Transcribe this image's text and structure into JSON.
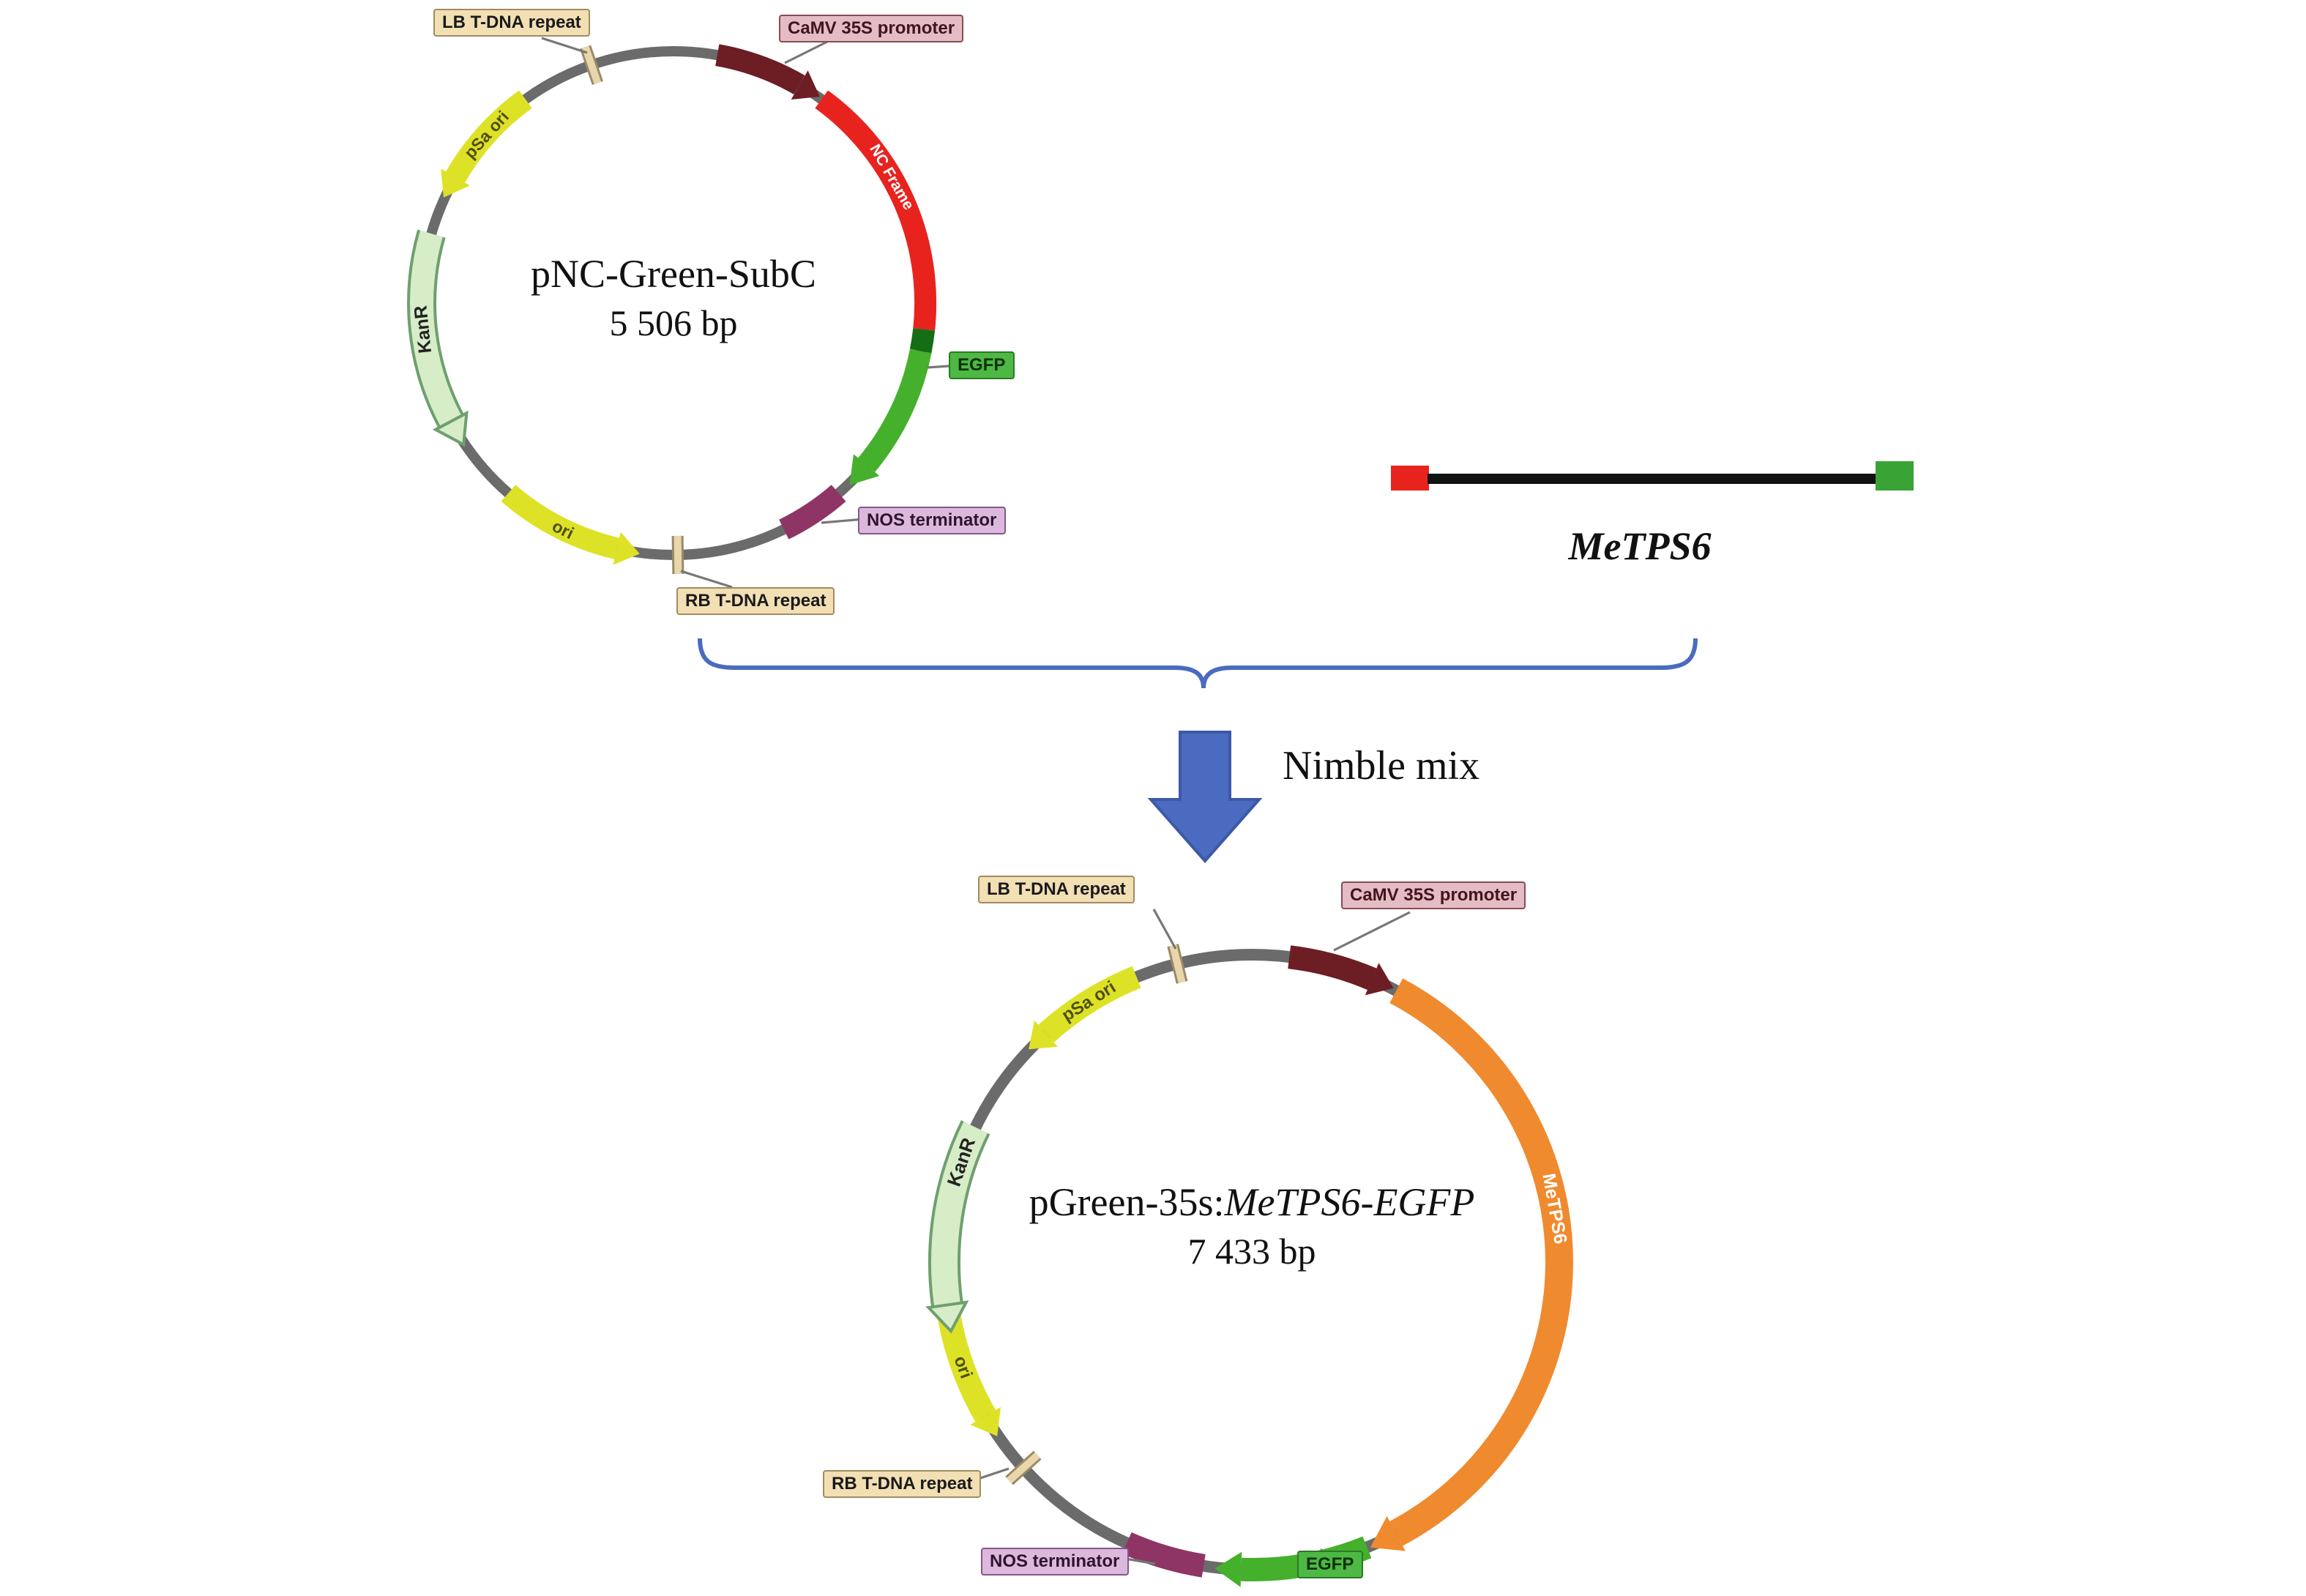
{
  "figure": {
    "process_label": "Nimble mix"
  },
  "plasmid1": {
    "name": "pNC-Green-SubC",
    "size": "5 506 bp",
    "features": {
      "lb_tdna": {
        "label": "LB T-DNA repeat"
      },
      "camv_35s": {
        "label": "CaMV 35S promoter"
      },
      "nc_frame": {
        "label": "NC Frame"
      },
      "egfp": {
        "label": "EGFP"
      },
      "nos_terminator": {
        "label": "NOS terminator"
      },
      "rb_tdna": {
        "label": "RB T-DNA repeat"
      },
      "ori": {
        "label": "ori"
      },
      "kanr": {
        "label": "KanR"
      },
      "psa_ori": {
        "label": "pSa ori"
      }
    }
  },
  "insert": {
    "label": "MeTPS6"
  },
  "plasmid2": {
    "name_prefix": "pGreen-35s:",
    "name_italic": "MeTPS6-EGFP",
    "size": "7 433 bp",
    "features": {
      "lb_tdna": {
        "label": "LB T-DNA repeat"
      },
      "camv_35s": {
        "label": "CaMV 35S promoter"
      },
      "metps6": {
        "label": "MeTPS6"
      },
      "egfp": {
        "label": "EGFP"
      },
      "nos_terminator": {
        "label": "NOS terminator"
      },
      "rb_tdna": {
        "label": "RB T-DNA repeat"
      },
      "ori": {
        "label": "ori"
      },
      "kanr": {
        "label": "KanR"
      },
      "psa_ori": {
        "label": "pSa ori"
      }
    }
  },
  "colors": {
    "ring_gray": "#6b6b6b",
    "promoter_maroon": "#6d1d24",
    "nc_frame_red": "#e8231e",
    "egfp_green": "#45b02b",
    "nos_purple": "#8e3566",
    "metps6_orange": "#f08a2e",
    "ori_yellow": "#dde226",
    "kanr_pale_green": "#d6edc8",
    "kanr_outline": "#6f9f6f",
    "tick_beige": "#e9d6ac",
    "insert_red": "#e8231e",
    "insert_green": "#3aa335",
    "insert_black": "#111111",
    "flow_blue": "#4a6bbf"
  }
}
